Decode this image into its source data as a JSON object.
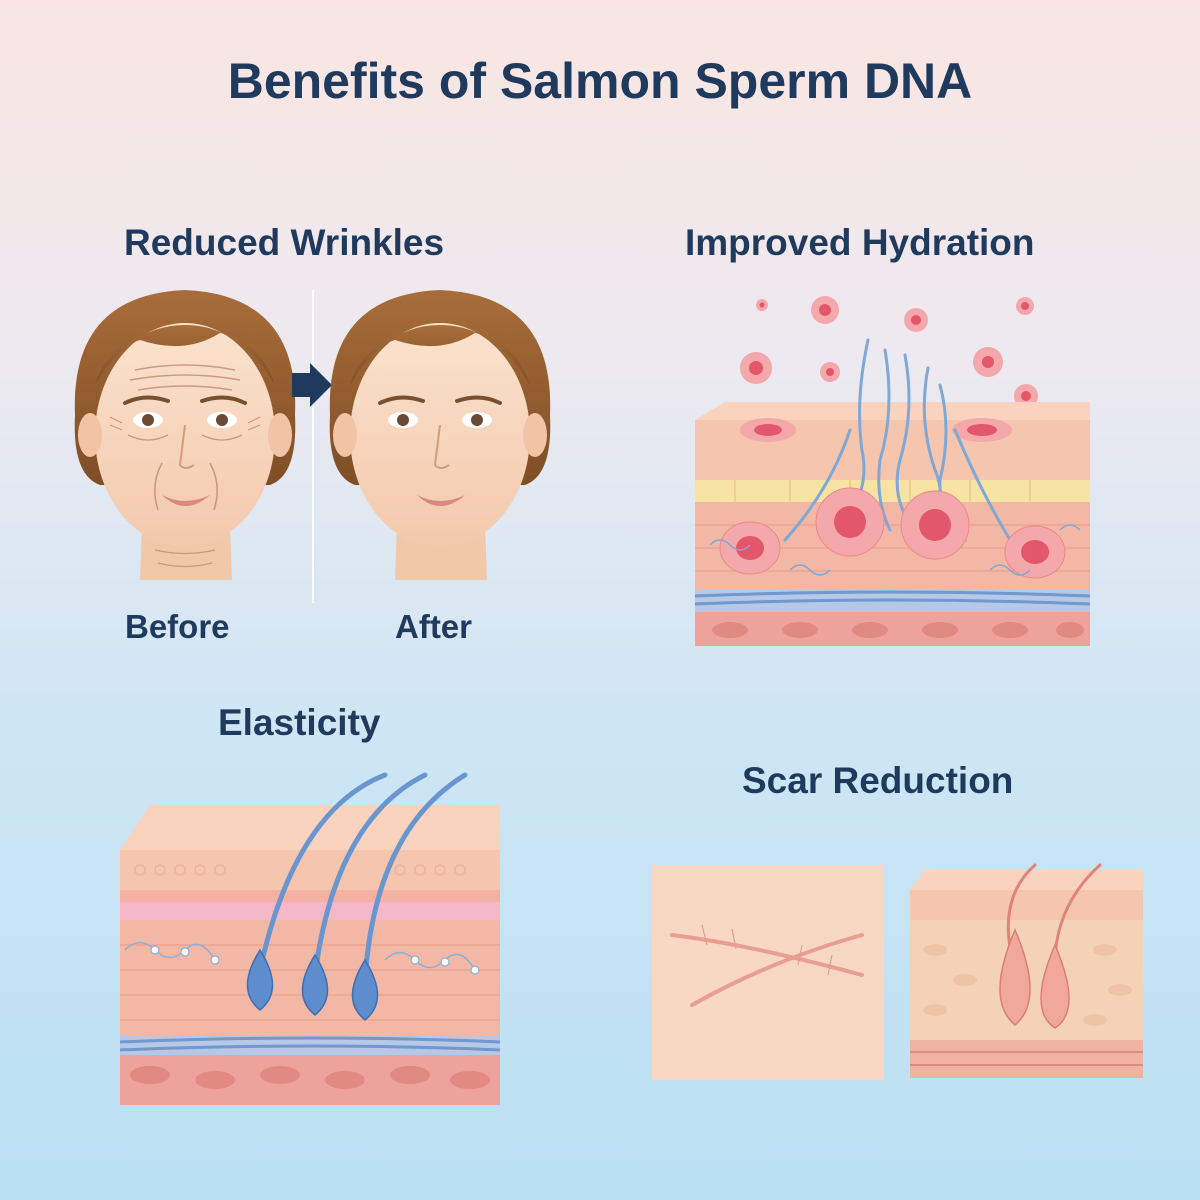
{
  "page": {
    "title": "Benefits of Salmon Sperm DNA"
  },
  "panels": {
    "wrinkles": {
      "heading": "Reduced Wrinkles",
      "before_label": "Before",
      "after_label": "After"
    },
    "hydration": {
      "heading": "Improved Hydration"
    },
    "elasticity": {
      "heading": "Elasticity"
    },
    "scar": {
      "heading": "Scar Reduction"
    }
  },
  "colors": {
    "title_text": "#1f3a5c",
    "skin_top": "#f6c5ad",
    "skin_mid": "#f3b3a2",
    "fat_layer": "#f7e3a4",
    "vessel_blue": "#7fa8d6",
    "cell_red": "#e2586a",
    "hair_brown": "#9a6434",
    "follicle_blue": "#5d8dcc"
  }
}
